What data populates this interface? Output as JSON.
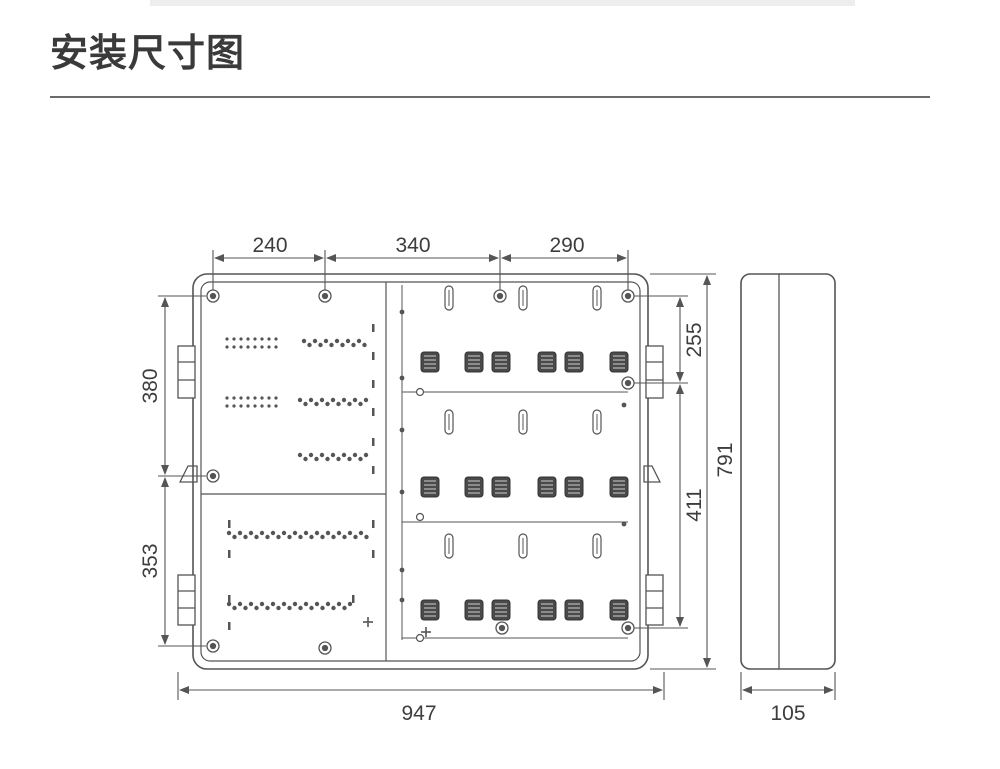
{
  "header": {
    "title": "安装尺寸图"
  },
  "drawing": {
    "stroke_color": "#555555",
    "dimensions": {
      "top_left": "240",
      "top_middle": "340",
      "top_right": "290",
      "left_upper": "380",
      "left_lower": "353",
      "right_upper": "255",
      "right_lower": "411",
      "overall_height": "791",
      "overall_width": "947",
      "depth": "105"
    }
  }
}
